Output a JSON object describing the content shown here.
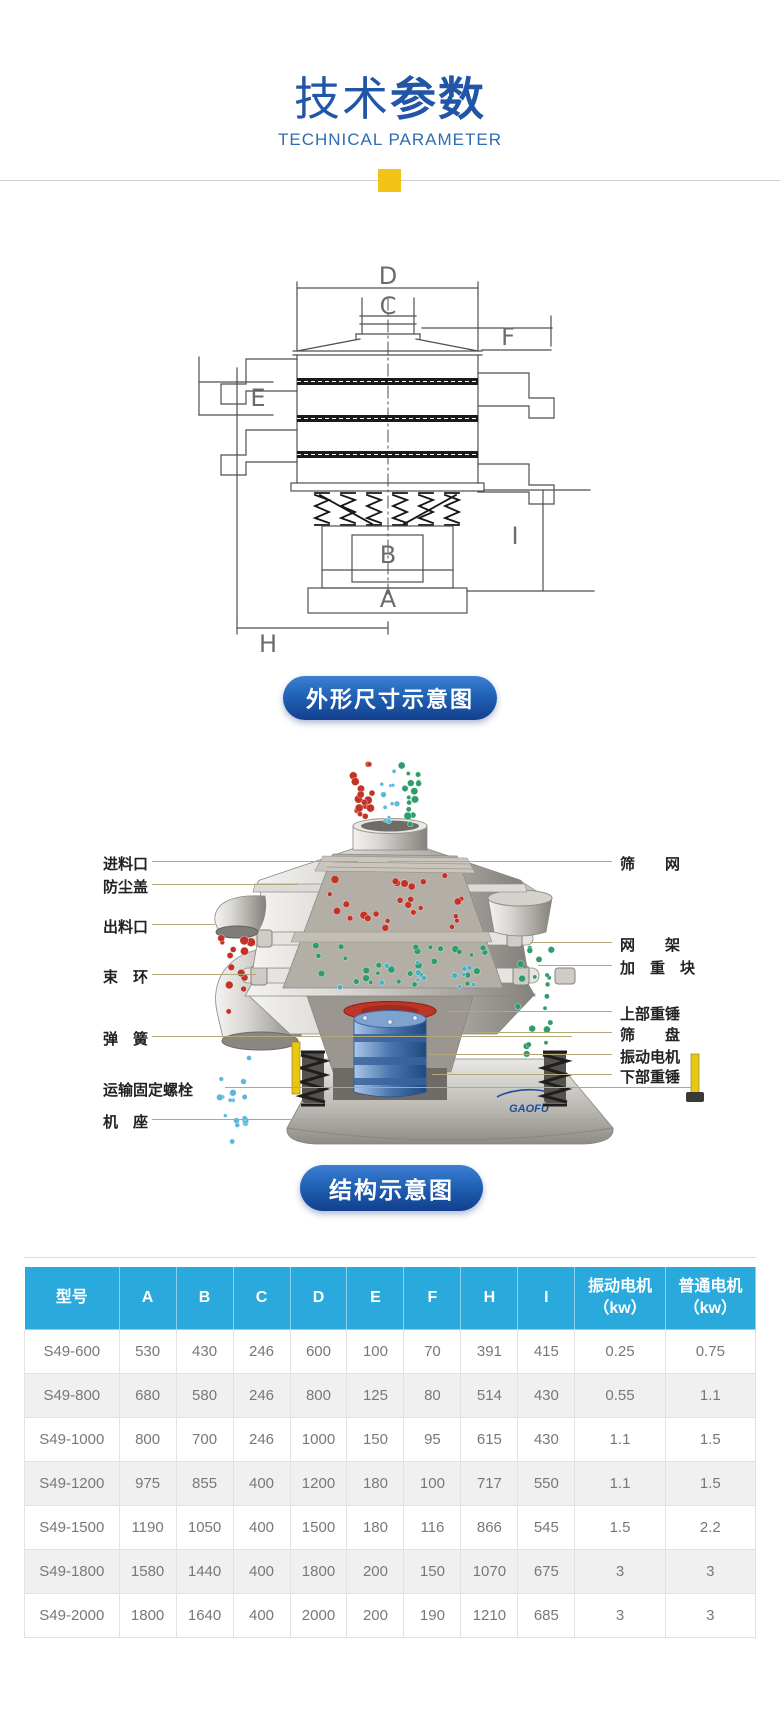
{
  "header": {
    "title_regular": "技术",
    "title_bold": "参数",
    "subtitle": "TECHNICAL PARAMETER"
  },
  "colors": {
    "accent_yellow": "#f3c318",
    "button_blue": "#1c57a9",
    "table_header_blue": "#29a9dc",
    "title_blue": "#2156a7",
    "leader_line": "#b3a87c"
  },
  "figures": {
    "dimension": {
      "button": "外形尺寸示意图",
      "labels": {
        "D": "D",
        "C": "C",
        "F": "F",
        "E": "E",
        "B": "B",
        "A": "A",
        "H": "H",
        "I": "I"
      }
    },
    "structure": {
      "button": "结构示意图",
      "logo": "GAOFU",
      "left_labels": [
        "进料口",
        "防尘盖",
        "出料口",
        "束　环",
        "弹　簧",
        "运输固定螺栓",
        "机　座"
      ],
      "right_labels": [
        "筛　　网",
        "网　　架",
        "加　重　块",
        "上部重锤",
        "筛　　盘",
        "振动电机",
        "下部重锤"
      ]
    }
  },
  "table": {
    "headers": [
      "型号",
      "A",
      "B",
      "C",
      "D",
      "E",
      "F",
      "H",
      "I",
      "振动电机\n（kw）",
      "普通电机\n（kw）"
    ],
    "rows": [
      [
        "S49-600",
        "530",
        "430",
        "246",
        "600",
        "100",
        "70",
        "391",
        "415",
        "0.25",
        "0.75"
      ],
      [
        "S49-800",
        "680",
        "580",
        "246",
        "800",
        "125",
        "80",
        "514",
        "430",
        "0.55",
        "1.1"
      ],
      [
        "S49-1000",
        "800",
        "700",
        "246",
        "1000",
        "150",
        "95",
        "615",
        "430",
        "1.1",
        "1.5"
      ],
      [
        "S49-1200",
        "975",
        "855",
        "400",
        "1200",
        "180",
        "100",
        "717",
        "550",
        "1.1",
        "1.5"
      ],
      [
        "S49-1500",
        "1190",
        "1050",
        "400",
        "1500",
        "180",
        "116",
        "866",
        "545",
        "1.5",
        "2.2"
      ],
      [
        "S49-1800",
        "1580",
        "1440",
        "400",
        "1800",
        "200",
        "150",
        "1070",
        "675",
        "3",
        "3"
      ],
      [
        "S49-2000",
        "1800",
        "1640",
        "400",
        "2000",
        "200",
        "190",
        "1210",
        "685",
        "3",
        "3"
      ]
    ]
  }
}
